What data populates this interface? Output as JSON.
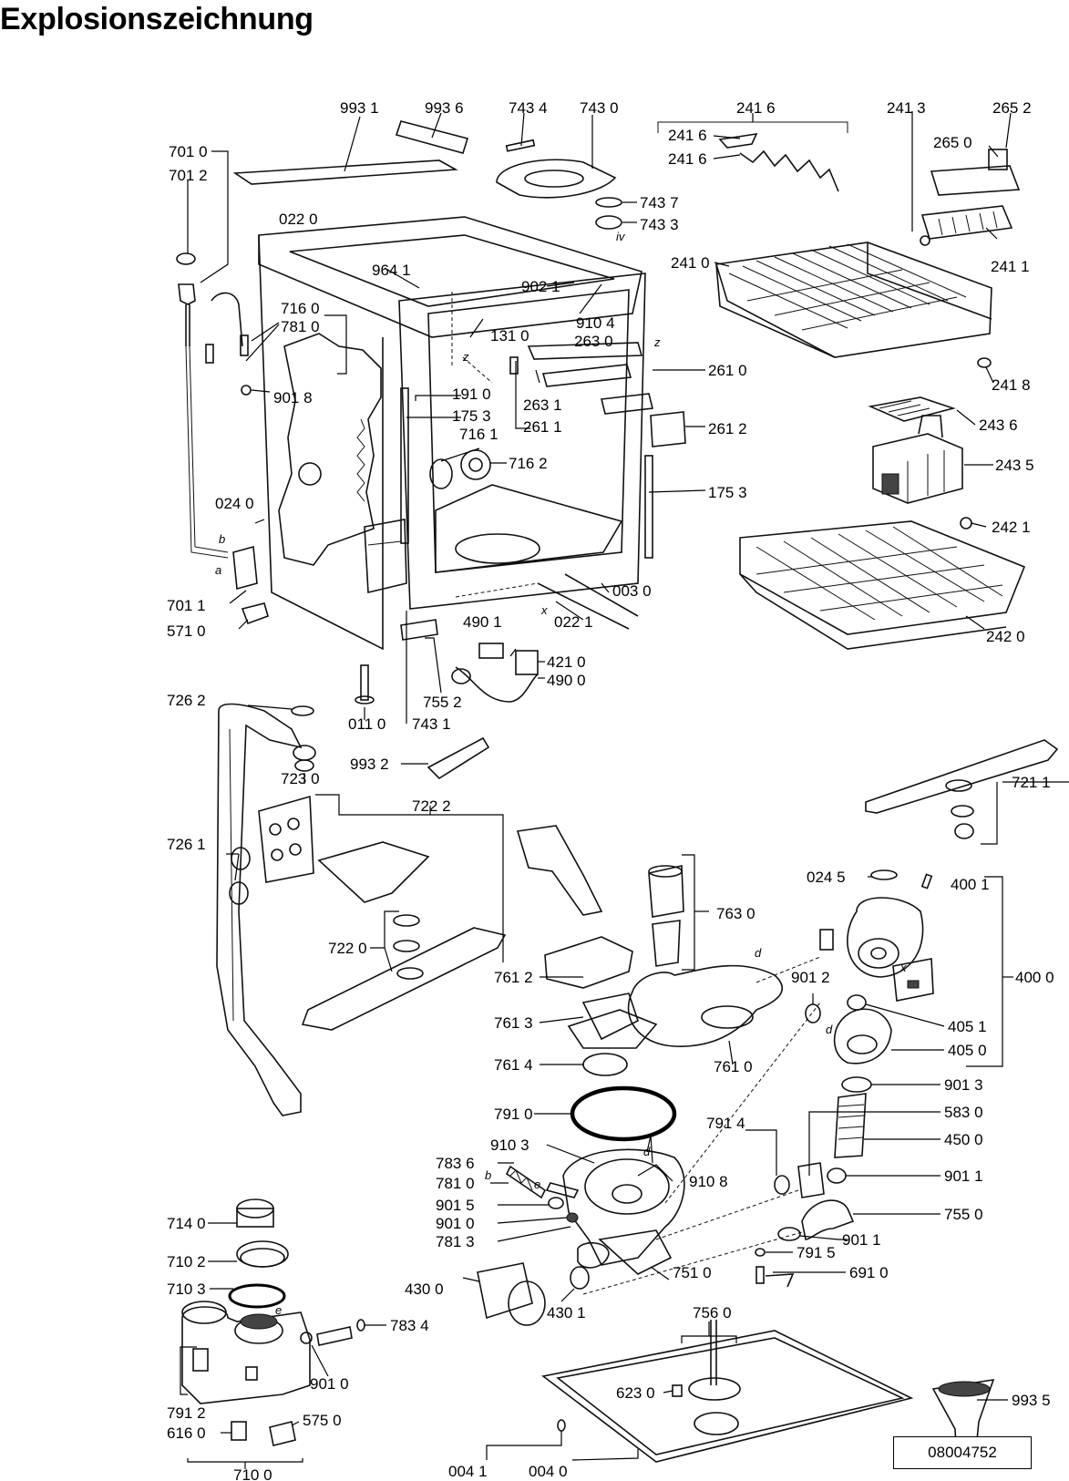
{
  "title": "Explosionszeichnung",
  "document_number": "08004752",
  "labels": {
    "l9931": "993 1",
    "l9936": "993 6",
    "l7434": "743 4",
    "l7430": "743 0",
    "l2416top": "241 6",
    "l2416a": "241 6",
    "l2416b": "241 6",
    "l2413": "241 3",
    "l2652": "265 2",
    "l2650": "265 0",
    "l2411": "241 1",
    "l7010": "701 0",
    "l7012": "701 2",
    "l0220": "022 0",
    "l9641": "964 1",
    "l9021": "902 1",
    "l7437": "743 7",
    "l7433": "743 3",
    "l2410": "241 0",
    "l7160": "716 0",
    "l7810a": "781 0",
    "l9104": "910 4",
    "l1310": "131 0",
    "l2630": "263 0",
    "l2610": "261 0",
    "l2418": "241 8",
    "l9018": "901 8",
    "l1910": "191 0",
    "l1753a": "175 3",
    "l2631": "263 1",
    "l2611": "261 1",
    "l2436": "243 6",
    "l2612": "261 2",
    "l7161": "716 1",
    "l7162": "716 2",
    "l2435": "243 5",
    "l1753b": "175 3",
    "l0240": "024 0",
    "l2421": "242 1",
    "l7011": "701 1",
    "l0030": "003 0",
    "l5710": "571 0",
    "l4901": "490 1",
    "l0221": "022 1",
    "l2420": "242 0",
    "l4210": "421 0",
    "l4900": "490 0",
    "l7262": "726 2",
    "l7552": "755 2",
    "l0110": "011 0",
    "l7431": "743 1",
    "l9932": "993 2",
    "l7230": "723 0",
    "l7211": "721 1",
    "l7222": "722 2",
    "l7261": "726 1",
    "l0245": "024 5",
    "l4001": "400 1",
    "l7630": "763 0",
    "l7220": "722 0",
    "l9012": "901 2",
    "l4000": "400 0",
    "l7612": "761 2",
    "l7613": "761 3",
    "l4051": "405 1",
    "l4050": "405 0",
    "l7614": "761 4",
    "l7610": "761 0",
    "l9013": "901 3",
    "l7910": "791 0",
    "l5830": "583 0",
    "l7914": "791 4",
    "l4500": "450 0",
    "l9103": "910 3",
    "l7836": "783 6",
    "l9108": "910 8",
    "l9011a": "901 1",
    "l7810b": "781 0",
    "l7550": "755 0",
    "l9015": "901 5",
    "l9011b": "901 1",
    "l9010a": "901 0",
    "l7140": "714 0",
    "l7813": "781 3",
    "l7915": "791 5",
    "l7102": "710 2",
    "l7510": "751 0",
    "l6910": "691 0",
    "l7103": "710 3",
    "l4300": "430 0",
    "l4301": "430 1",
    "l7560": "756 0",
    "l7834": "783 4",
    "l9935": "993 5",
    "l6230": "623 0",
    "l9010b": "901 0",
    "l7912": "791 2",
    "l5750": "575 0",
    "l6160": "616 0",
    "l7100": "710 0",
    "l0041": "004 1",
    "l0040": "004 0"
  },
  "letters": {
    "a": "a",
    "b": "b",
    "b2": "b",
    "d": "d",
    "d2": "d",
    "d3": "d",
    "e": "e",
    "e2": "e",
    "x": "x",
    "x2": "x",
    "z": "z",
    "z2": "z",
    "iv": "iv"
  }
}
